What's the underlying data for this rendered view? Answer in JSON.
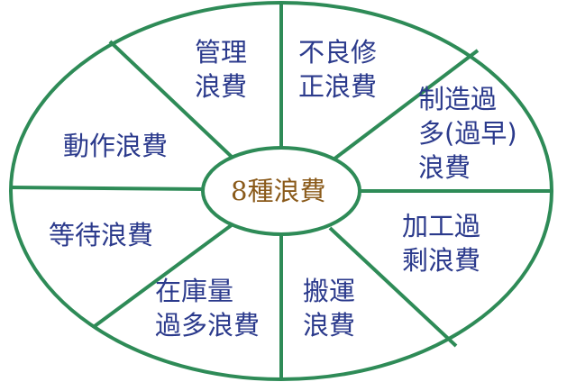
{
  "diagram": {
    "center_label": "8種浪費",
    "colors": {
      "line": "#2e8b57",
      "segment_text": "#2b3a8c",
      "center_text": "#8a5a1a",
      "background": "#ffffff"
    },
    "segments": [
      {
        "id": "management",
        "label": "管理\n浪費"
      },
      {
        "id": "defect",
        "label": "不良修\n正浪費"
      },
      {
        "id": "overproduction",
        "label": "制造過\n多(過早)\n浪費"
      },
      {
        "id": "processing",
        "label": "加工過\n剩浪費"
      },
      {
        "id": "transport",
        "label": "搬運\n浪費"
      },
      {
        "id": "inventory",
        "label": "在庫量\n過多浪費"
      },
      {
        "id": "waiting",
        "label": "等待浪費"
      },
      {
        "id": "motion",
        "label": "動作浪費"
      }
    ]
  }
}
